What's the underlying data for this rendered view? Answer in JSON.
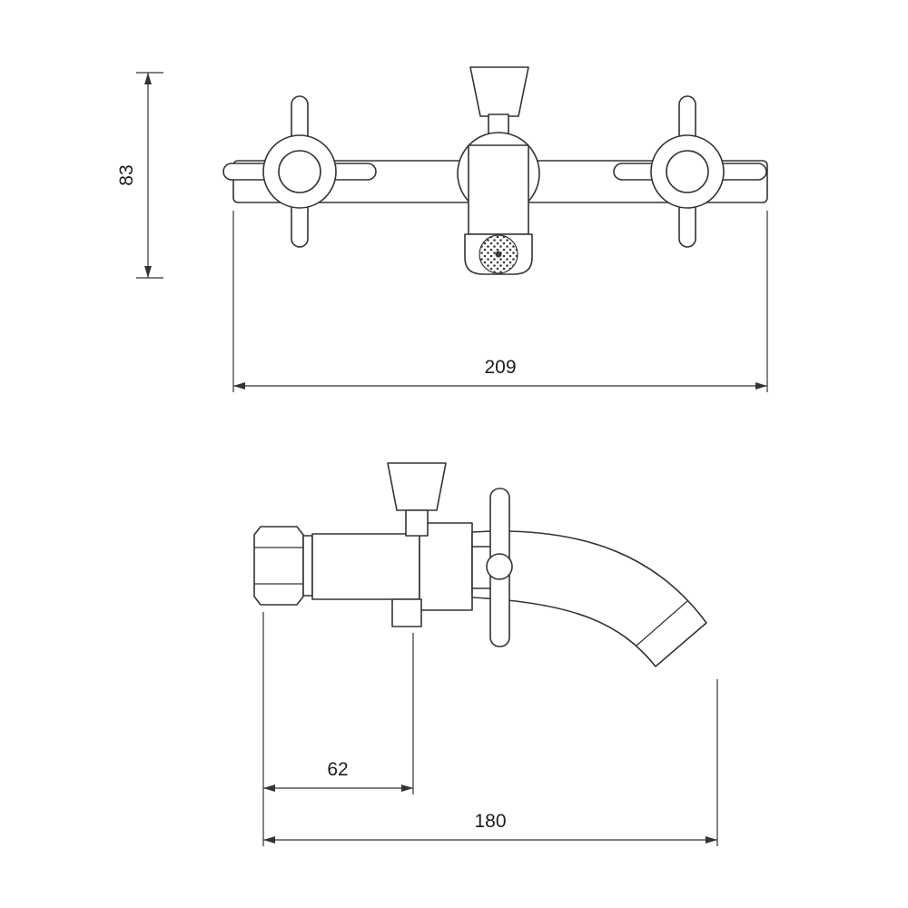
{
  "drawing": {
    "type": "technical-drawing",
    "subject": "wall-mounted bath mixer faucet, front and side views",
    "dimensions": {
      "front_height": "83",
      "front_width": "209",
      "side_body_depth": "62",
      "side_total_depth": "180"
    }
  }
}
